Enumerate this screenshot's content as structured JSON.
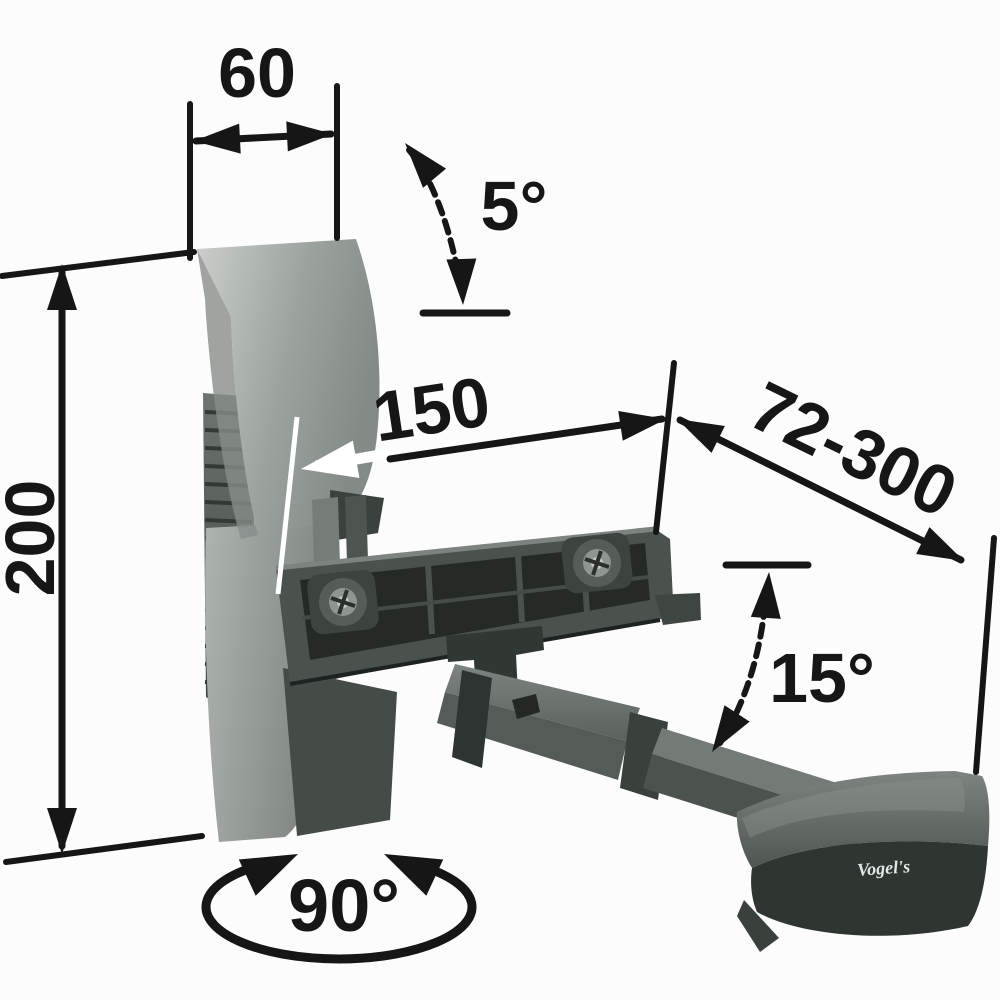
{
  "figure": {
    "type": "product-dimension-diagram",
    "subject": "speaker wall mount bracket with tilt and swivel arm",
    "background_color": "#fcfcfc",
    "annotation_color": "#161616",
    "highlight_color": "#ffffff",
    "brand": {
      "logo_text": "Vogel's",
      "logo_color": "#e4e7e5"
    },
    "dimensions": {
      "plate_depth": {
        "label": "60"
      },
      "tilt_up_angle": {
        "label": "5°"
      },
      "offset_from_wall": {
        "label": "150"
      },
      "arm_extension_range": {
        "label": "72-300"
      },
      "plate_height": {
        "label": "200"
      },
      "tilt_down_angle": {
        "label": "15°"
      },
      "swivel_angle": {
        "label": "90°"
      }
    }
  }
}
